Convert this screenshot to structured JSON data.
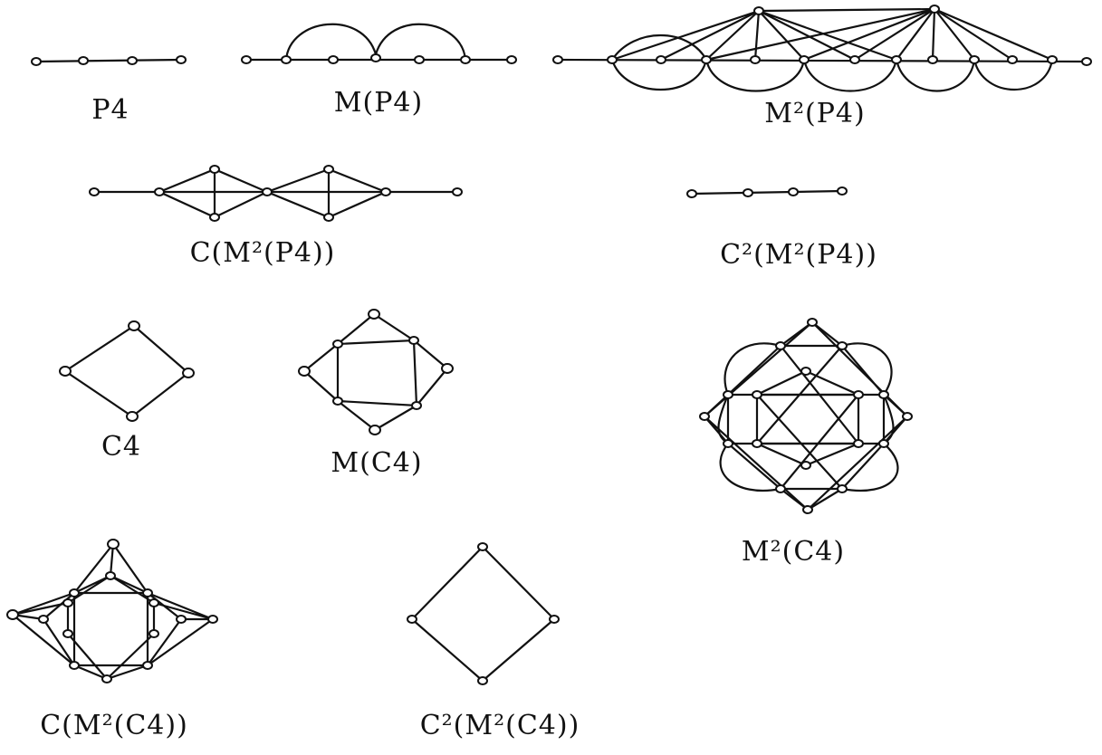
{
  "labels": {
    "p4": "P4",
    "m_p4": "M(P4)",
    "m2_p4": "M²(P4)",
    "c_m2_p4": "C(M²(P4))",
    "c2_m2_p4": "C²(M²(P4))",
    "c4": "C4",
    "m_c4": "M(C4)",
    "m2_c4": "M²(C4)",
    "c_m2_c4": "C(M²(C4))",
    "c2_m2_c4": "C²(M²(C4))"
  },
  "colors": {
    "ink": "#111111",
    "paper": "#ffffff"
  }
}
